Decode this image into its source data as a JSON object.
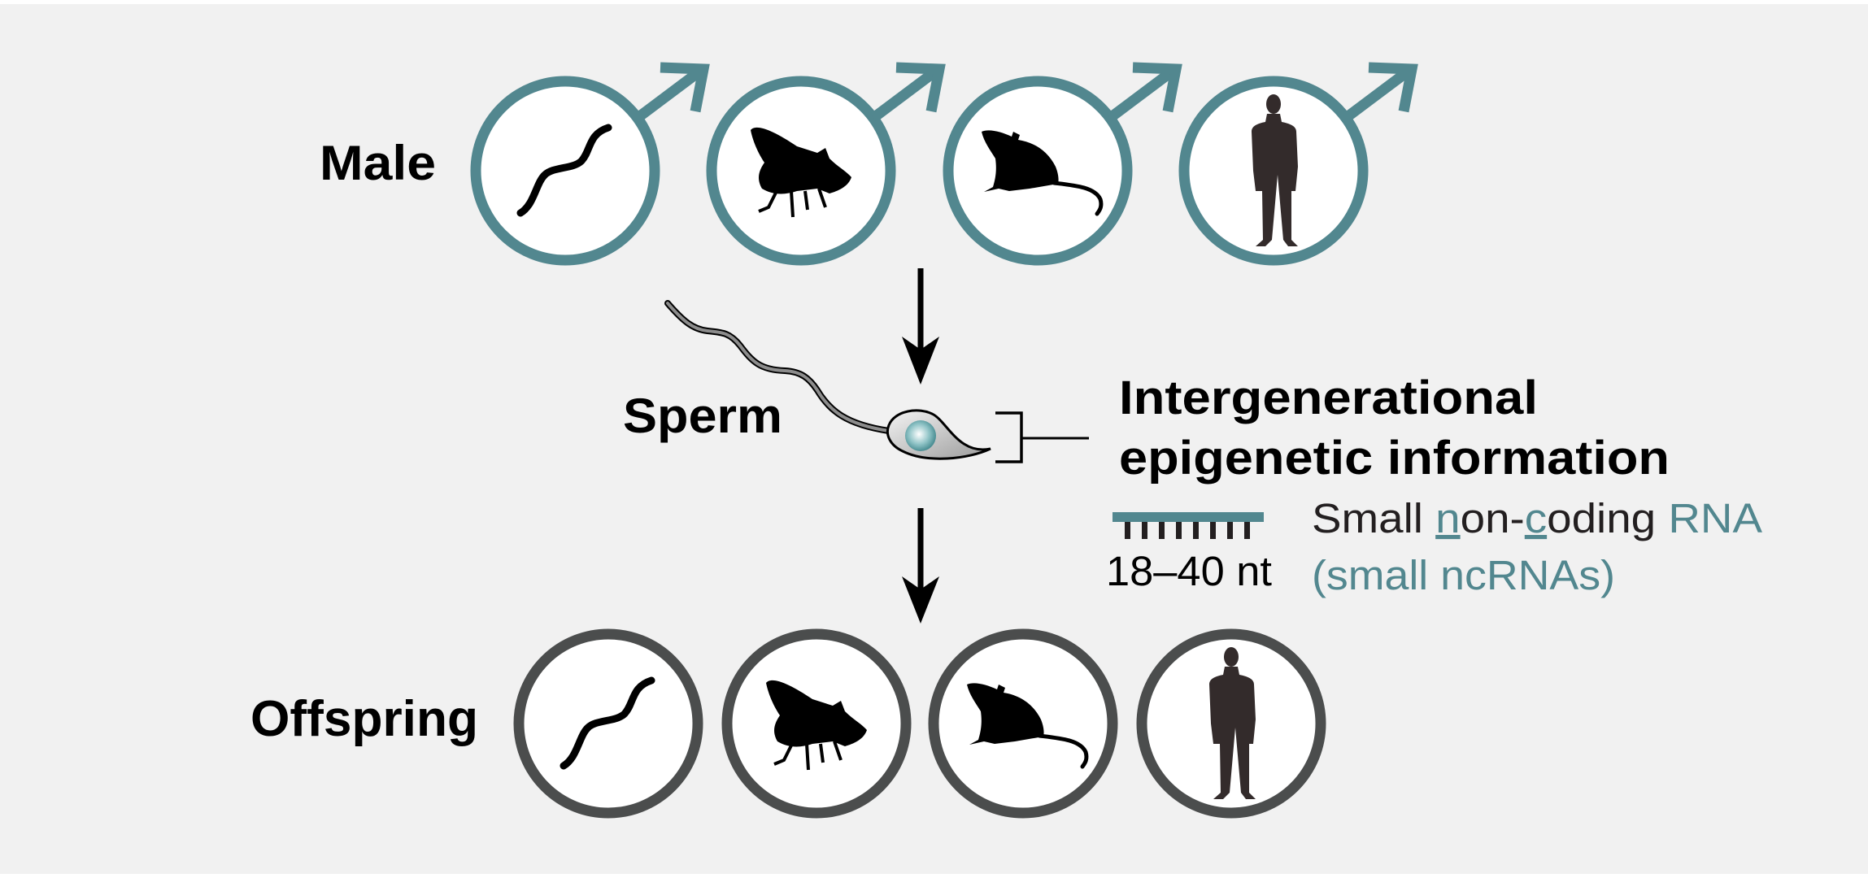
{
  "labels": {
    "male": "Male",
    "sperm": "Sperm",
    "offspring": "Offspring"
  },
  "info": {
    "line1": "Intergenerational",
    "line2": "epigenetic information"
  },
  "rna": {
    "length": "18–40 nt",
    "name_parts": [
      "Small ",
      "n",
      "on-",
      "c",
      "oding ",
      "RNA"
    ],
    "abbrev": "(small ncRNAs)"
  },
  "organisms": [
    "worm",
    "fly",
    "mouse",
    "human"
  ],
  "colors": {
    "background": "#f1f1f1",
    "male_ring": "#52878f",
    "offspring_ring": "#4b4d4d",
    "accent_text": "#52878f",
    "dark_text": "#231f20",
    "human": "#332b2b"
  }
}
